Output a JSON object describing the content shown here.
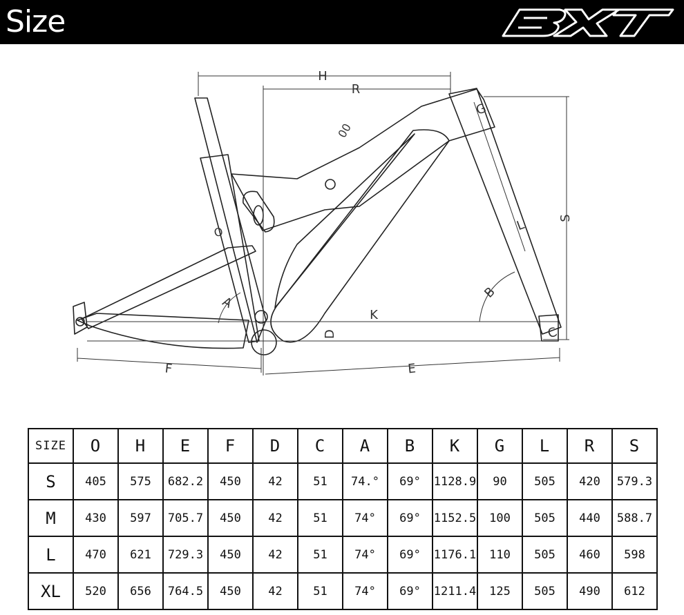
{
  "header": {
    "title": "Size",
    "brand": "BXT",
    "bg_color": "#000000",
    "text_color": "#ffffff"
  },
  "diagram": {
    "labels": {
      "H": "H",
      "R": "R",
      "S": "S",
      "L": "L",
      "G": "G",
      "A": "A",
      "B": "B",
      "K": "K",
      "D": "D",
      "C": "C",
      "F": "F",
      "E": "E",
      "O": "O"
    }
  },
  "table": {
    "columns": [
      "SIZE",
      "O",
      "H",
      "E",
      "F",
      "D",
      "C",
      "A",
      "B",
      "K",
      "G",
      "L",
      "R",
      "S"
    ],
    "rows": [
      [
        "S",
        "405",
        "575",
        "682.2",
        "450",
        "42",
        "51",
        "74.°",
        "69°",
        "1128.9",
        "90",
        "505",
        "420",
        "579.3"
      ],
      [
        "M",
        "430",
        "597",
        "705.7",
        "450",
        "42",
        "51",
        "74°",
        "69°",
        "1152.5",
        "100",
        "505",
        "440",
        "588.7"
      ],
      [
        "L",
        "470",
        "621",
        "729.3",
        "450",
        "42",
        "51",
        "74°",
        "69°",
        "1176.1",
        "110",
        "505",
        "460",
        "598"
      ],
      [
        "XL",
        "520",
        "656",
        "764.5",
        "450",
        "42",
        "51",
        "74°",
        "69°",
        "1211.4",
        "125",
        "505",
        "490",
        "612"
      ]
    ]
  }
}
